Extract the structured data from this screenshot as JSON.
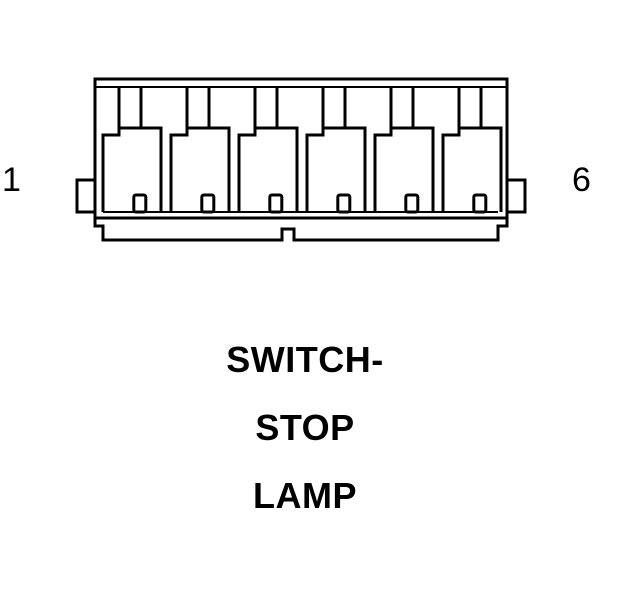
{
  "connector": {
    "cavity_count": 6,
    "pin_first_label": "1",
    "pin_last_label": "6",
    "line_color": "#000000",
    "fill_color": "#ffffff"
  },
  "caption": {
    "line1": "SWITCH-",
    "line2": "STOP",
    "line3": "LAMP"
  }
}
